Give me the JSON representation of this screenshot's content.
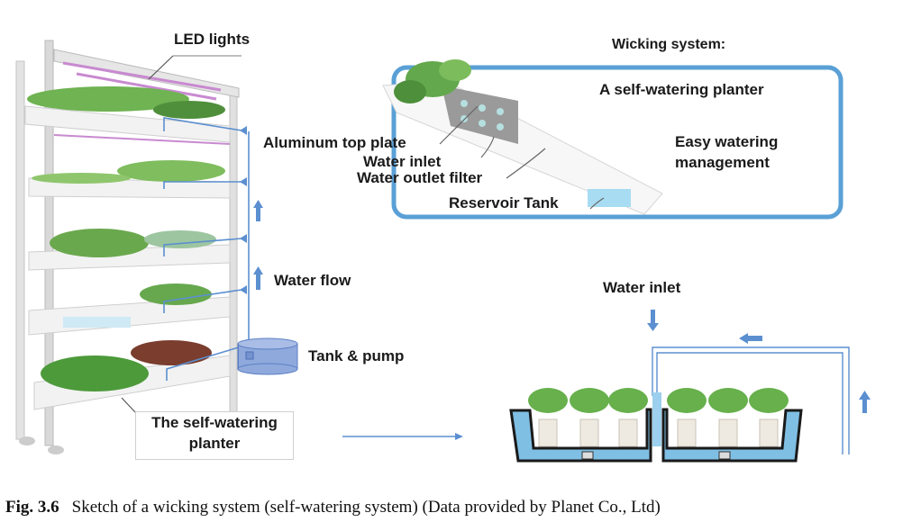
{
  "figure": {
    "left_panel": {
      "labels": {
        "led": "LED lights",
        "aluminum": "Aluminum top plate",
        "water_flow": "Water flow",
        "tank": "Tank & pump",
        "planter_line1": "The self-watering",
        "planter_line2": "planter"
      }
    },
    "top_right_panel": {
      "title": "Wicking system:",
      "subtitle": "A self-watering planter",
      "benefit_line1": "Easy watering",
      "benefit_line2": "management",
      "water_inlet": "Water inlet",
      "outlet_filter": "Water outlet filter",
      "reservoir": "Reservoir Tank"
    },
    "bottom_right_panel": {
      "water_inlet": "Water inlet"
    },
    "caption": {
      "number": "Fig. 3.6",
      "text": "Sketch of a wicking system (self-watering system) (Data provided by Planet Co., Ltd)"
    },
    "colors": {
      "pipe": "#5b8fd0",
      "frame": "#5aa0d6",
      "water": "#7fbfe3",
      "tank": "#8fa9dc",
      "plant": "#5ea84a"
    }
  }
}
